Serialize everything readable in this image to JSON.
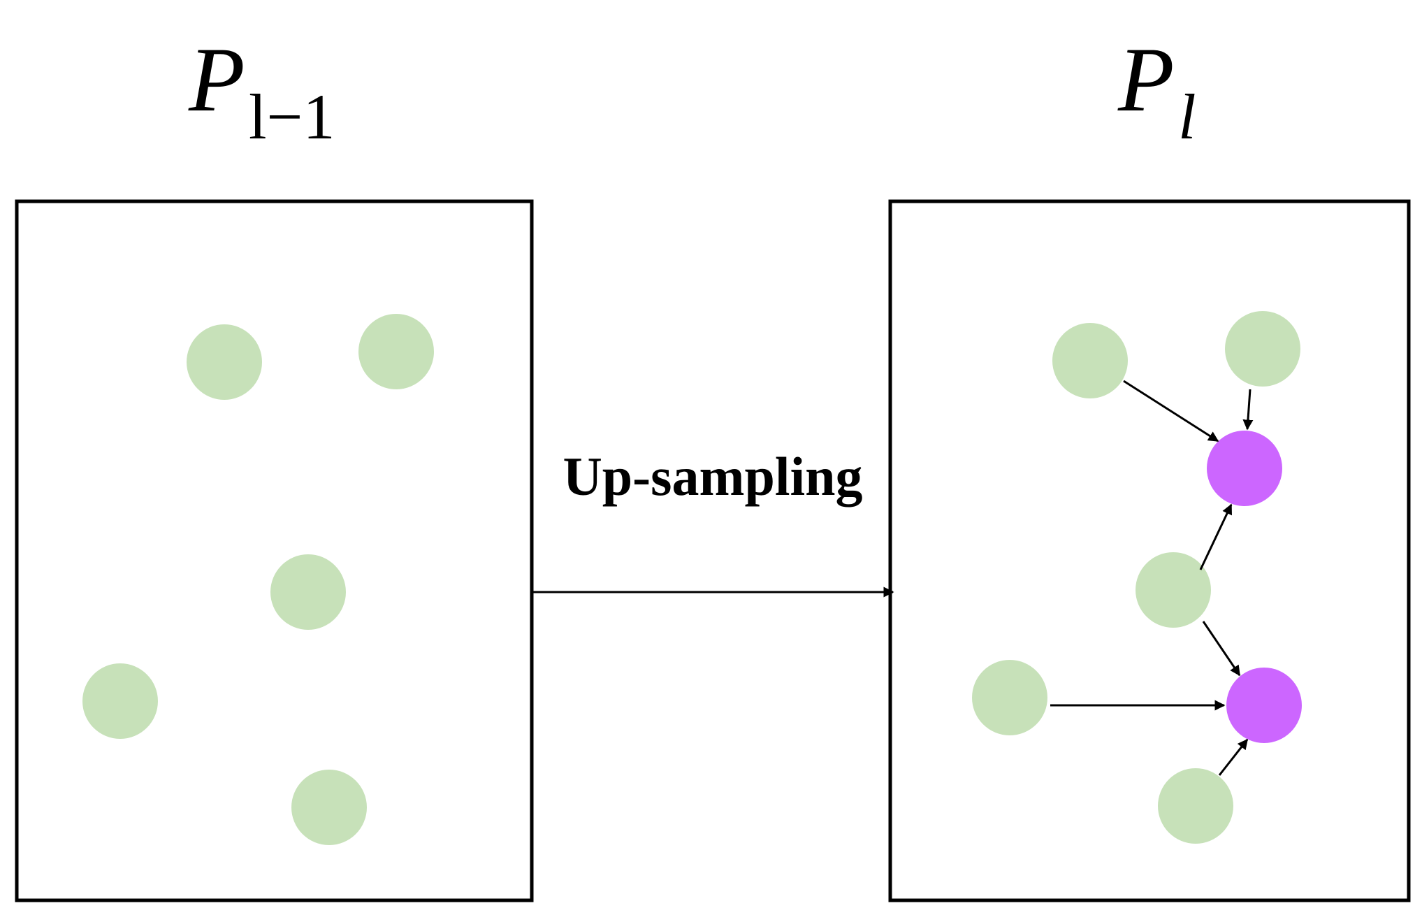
{
  "left_panel": {
    "title_main": "P",
    "title_sub": "l−1"
  },
  "right_panel": {
    "title_main": "P",
    "title_sub": "l"
  },
  "transition": {
    "label": "Up-sampling"
  },
  "colors": {
    "original_point": "#c7e1b9",
    "upsampled_point": "#cc66ff",
    "frame": "#000000",
    "arrow": "#000000"
  }
}
